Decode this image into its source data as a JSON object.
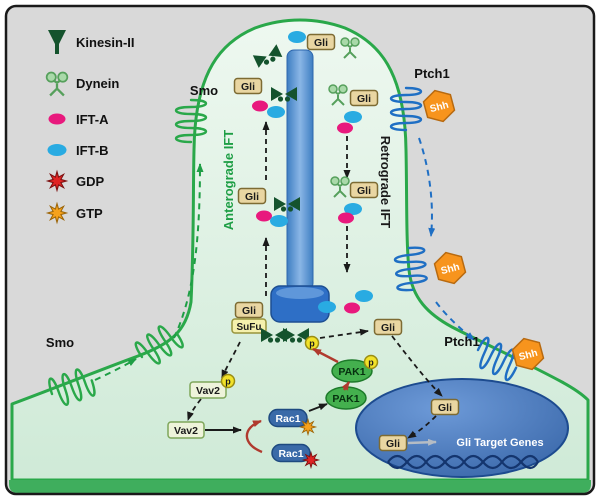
{
  "legend": {
    "items": [
      {
        "id": "kinesin",
        "label": "Kinesin-II"
      },
      {
        "id": "dynein",
        "label": "Dynein"
      },
      {
        "id": "ift_a",
        "label": "IFT-A"
      },
      {
        "id": "ift_b",
        "label": "IFT-B"
      },
      {
        "id": "gdp",
        "label": "GDP"
      },
      {
        "id": "gtp",
        "label": "GTP"
      }
    ]
  },
  "cilium": {
    "anterograde_label": "Anterograde IFT",
    "retrograde_label": "Retrograde IFT"
  },
  "membrane": {
    "smo": "Smo",
    "ptch1": "Ptch1",
    "shh": "Shh"
  },
  "cargo": {
    "gli": "Gli",
    "sufu": "SuFu"
  },
  "signaling": {
    "vav2": "Vav2",
    "rac1": "Rac1",
    "pak1": "PAK1",
    "phospho": "p"
  },
  "nucleus": {
    "target_genes": "Gli Target Genes"
  },
  "colors": {
    "membrane_green": "#2aa84a",
    "anterograde_green": "#1e9e45",
    "kinesin_dark_green": "#14532d",
    "dynein_light_green": "#a9d9a9",
    "ift_a_magenta": "#e8197d",
    "ift_b_blue": "#29abe2",
    "gdp_red": "#e02424",
    "gtp_orange": "#f6a21c",
    "gli_box_tan": "#e9d6a2",
    "sufu_yellow": "#f5f0ad",
    "shh_orange": "#f7941d",
    "axoneme_blue": "#3e7ec2",
    "nucleus_blue": "#2d5b9e",
    "rac1_blue": "#3a6aa8",
    "pak1_green": "#44b04e",
    "phospho_yellow": "#f2e229"
  }
}
